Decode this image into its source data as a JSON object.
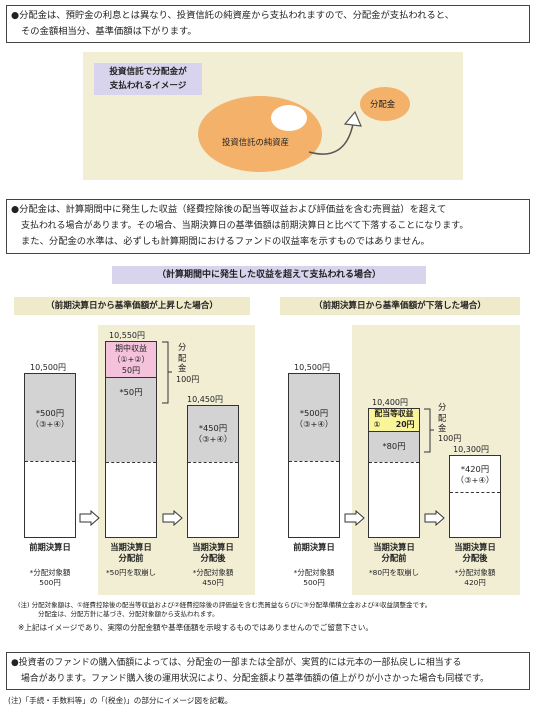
{
  "para1": {
    "line1": "●分配金は、預貯金の利息とは異なり、投資信託の純資産から支払われますので、分配金が支払われると、",
    "line2": "その金額相当分、基準価額は下がります。"
  },
  "image1": {
    "title_line1": "投資信託で分配金が",
    "title_line2": "支払われるイメージ",
    "ellipse_label": "投資信託の純資産",
    "bubble_label": "分配金"
  },
  "para2": {
    "line1": "●分配金は、計算期間中に発生した収益（経費控除後の配当等収益および評価益を含む売買益）を超えて",
    "line2": "支払われる場合があります。その場合、当期決算日の基準価額は前期決算日と比べて下落することになります。",
    "line3": "また、分配金の水準は、必ずしも計算期間におけるファンドの収益率を示すものではありません。"
  },
  "section_title": "（計算期間中に発生した収益を超えて支払われる場合）",
  "left": {
    "header": "（前期決算日から基準価額が上昇した場合）",
    "prev_value": "10,500円",
    "prev_inner1": "*500円",
    "prev_inner2": "（③+④）",
    "mid_top_value": "10,550円",
    "mid_pink1": "期中収益",
    "mid_pink2": "（①+②）",
    "mid_pink3": "50円",
    "mid_gray": "*50円",
    "bracket1": "分",
    "bracket2": "配",
    "bracket3": "金",
    "bracket4": "100円",
    "after_value": "10,450円",
    "after_inner1": "*450円",
    "after_inner2": "（③+④）",
    "cap1_1": "前期決算日",
    "cap2_1": "当期決算日",
    "cap2_2": "分配前",
    "cap3_1": "当期決算日",
    "cap3_2": "分配後",
    "note1_1": "*分配対象額",
    "note1_2": "500円",
    "note2_1": "*50円を取崩し",
    "note3_1": "*分配対象額",
    "note3_2": "450円"
  },
  "right": {
    "header": "（前期決算日から基準価額が下落した場合）",
    "prev_value": "10,500円",
    "prev_inner1": "*500円",
    "prev_inner2": "（③+④）",
    "mid_top_value": "10,400円",
    "mid_yellow1": "配当等収益",
    "mid_yellow2": "①　　20円",
    "mid_gray": "*80円",
    "bracket1": "分",
    "bracket2": "配",
    "bracket3": "金",
    "bracket4": "100円",
    "after_value": "10,300円",
    "after_inner1": "*420円",
    "after_inner2": "（③+④）",
    "cap1_1": "前期決算日",
    "cap2_1": "当期決算日",
    "cap2_2": "分配前",
    "cap3_1": "当期決算日",
    "cap3_2": "分配後",
    "note1_1": "*分配対象額",
    "note1_2": "500円",
    "note2_1": "*80円を取崩し",
    "note3_1": "*分配対象額",
    "note3_2": "420円"
  },
  "footnote1": "(注) 分配対象額は、①経費控除後の配当等収益および②経費控除後の評価益を含む売買益ならびに③分配準備積立金および④収益調整金です。",
  "footnote2": "分配金は、分配方針に基づき、分配対象額から支払われます。",
  "notice": "※上記はイメージであり、実際の分配金額や基準価額を示唆するものではありませんのでご留意下さい。",
  "para3": {
    "line1": "●投資者のファンドの購入価額によっては、分配金の一部または全部が、実質的には元本の一部払戻しに相当する",
    "line2": "場合があります。ファンド購入後の運用状況により、分配金額より基準価額の値上がりが小さかった場合も同様です。"
  },
  "bottom_note": "(注)「手続・手数料等」の「(税金)」の部分にイメージ図を記載。",
  "colors": {
    "purple": "#d8d4ee",
    "beige": "#f1eed4",
    "orange": "#f4b169",
    "pink": "#f5c2dc",
    "yellow": "#fbf59a"
  }
}
